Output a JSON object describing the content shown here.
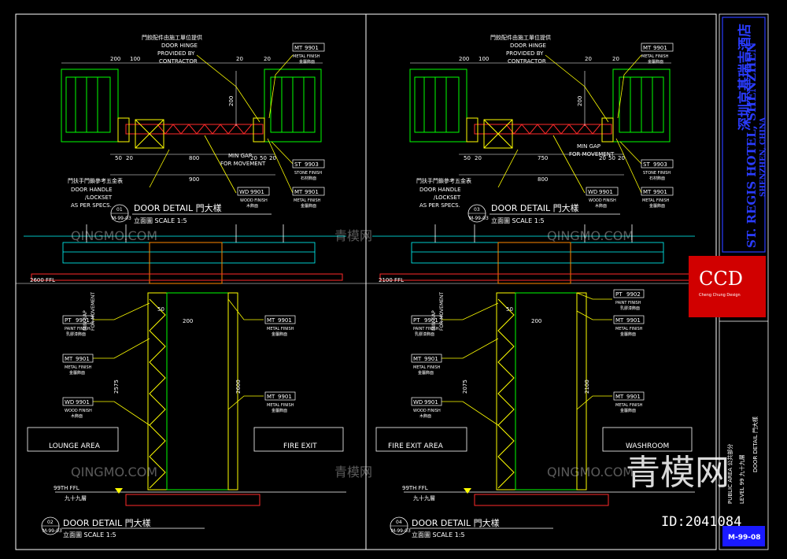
{
  "colors": {
    "background": "#000000",
    "yellow": "#ffff00",
    "white": "#ffffff",
    "cyan": "#00ffff",
    "green": "#00ff00",
    "red": "#ff2a2a",
    "magenta": "#ff00ff",
    "blue": "#2a3cff",
    "logo_red": "#d10000"
  },
  "watermark": {
    "site": "QINGMO.COM",
    "cn": "青模网",
    "big": "青模网",
    "id": "ID:2041084"
  },
  "titleblock": {
    "hotel_cn": "深圳京基瑞吉酒店",
    "hotel_en": "ST. REGIS HOTEL, SHENZHEN",
    "location": "SHENZHEN, CHINA",
    "logo": "CCD",
    "logo_sub": "Cheng Chung Design",
    "area1": "PUBLIC AREA  公共部分",
    "area2": "LEVEL 99  九十九層",
    "drawing_title": "DOOR DETAIL  門大樣",
    "sheet_no": "M-99-08"
  },
  "plans": [
    {
      "hinge_cn": "門鉸配件由施工單位提供",
      "hinge_en": "DOOR HINGE",
      "provided": "PROVIDED BY",
      "contractor": "CONTRACTOR",
      "handle_cn": "門扶手門鎖參考五金表",
      "handle_en": "DOOR HANDLE",
      "lockset": "/LOCKSET",
      "specs": "AS PER SPECS.",
      "min_gap": "MIN GAP",
      "for_movement": "FOR MOVEMENT",
      "dims_top": [
        "200",
        "100",
        "20",
        "20"
      ],
      "dims_mid": [
        "50",
        "20",
        "800",
        "20",
        "50",
        "20"
      ],
      "dim_bottom": "900",
      "dim_side": "200",
      "tags": {
        "mt": "9901",
        "mt_desc": "METAL FINISH",
        "mt_cn": "金屬飾面",
        "st": "9903",
        "st_desc": "STONE FINISH",
        "st_cn": "石材飾面",
        "wd": "9901",
        "wd_desc": "WOOD FINISH",
        "wd_cn": "木飾面",
        "mt2": "9901",
        "mt2_desc": "METAL FINISH",
        "mt2_cn": "金屬飾面"
      },
      "callout_num": "01",
      "callout_ref": "M-99-03",
      "title": "DOOR DETAIL  門大樣",
      "sub": "立面圖   SCALE  1:5"
    },
    {
      "hinge_cn": "門鉸配件由施工單位提供",
      "hinge_en": "DOOR HINGE",
      "provided": "PROVIDED BY",
      "contractor": "CONTRACTOR",
      "handle_cn": "門扶手門鎖參考五金表",
      "handle_en": "DOOR HANDLE",
      "lockset": "/LOCKSET",
      "specs": "AS PER SPECS.",
      "min_gap": "MIN GAP",
      "for_movement": "FOR MOVEMENT",
      "dims_top": [
        "200",
        "100",
        "20",
        "20"
      ],
      "dims_mid": [
        "50",
        "20",
        "750",
        "20",
        "50",
        "20"
      ],
      "dim_bottom": "800",
      "dim_side": "200",
      "tags": {
        "mt": "9901",
        "mt_desc": "METAL FINISH",
        "mt_cn": "金屬飾面",
        "st": "9903",
        "st_desc": "STONE FINISH",
        "st_cn": "石材飾面",
        "wd": "9901",
        "wd_desc": "WOOD FINISH",
        "wd_cn": "木飾面",
        "mt2": "9901",
        "mt2_desc": "METAL FINISH",
        "mt2_cn": "金屬飾面"
      },
      "callout_num": "03",
      "callout_ref": "M-99-03",
      "title": "DOOR DETAIL  門大樣",
      "sub": "立面圖   SCALE  1:5"
    }
  ],
  "elevations": [
    {
      "ceiling_level": "2600 FFL",
      "floor_level": "99TH FFL",
      "floor_cn": "九十九層",
      "min_gap": "MIN GAP",
      "for_movement": "FOR MOVEMENT",
      "dim_top": "50",
      "dim_width": "200",
      "dim_left": "2575",
      "dim_right": "2600",
      "left_tags": [
        {
          "code": "PT",
          "num": "9901",
          "desc": "PAINT FINISH",
          "cn": "乳膠漆飾面"
        },
        {
          "code": "MT",
          "num": "9901",
          "desc": "METAL FINISH",
          "cn": "金屬飾面"
        },
        {
          "code": "WD",
          "num": "9901",
          "desc": "WOOD FINISH",
          "cn": "木飾面"
        }
      ],
      "right_tags": [
        {
          "code": "MT",
          "num": "9901",
          "desc": "METAL FINISH",
          "cn": "金屬飾面"
        },
        {
          "code": "MT",
          "num": "9901",
          "desc": "METAL FINISH",
          "cn": "金屬飾面"
        }
      ],
      "left_area": "LOUNGE AREA",
      "right_area": "FIRE EXIT",
      "callout_num": "02",
      "callout_ref": "M-99-03",
      "title": "DOOR DETAIL  門大樣",
      "sub": "立面圖   SCALE  1:5"
    },
    {
      "ceiling_level": "2100 FFL",
      "floor_level": "99TH FFL",
      "floor_cn": "九十九層",
      "min_gap": "MIN GAP",
      "for_movement": "FOR MOVEMENT",
      "dim_top": "50",
      "dim_width": "200",
      "dim_left": "2075",
      "dim_right": "2100",
      "left_tags": [
        {
          "code": "PT",
          "num": "9901",
          "desc": "PAINT FINISH",
          "cn": "乳膠漆飾面"
        },
        {
          "code": "MT",
          "num": "9901",
          "desc": "METAL FINISH",
          "cn": "金屬飾面"
        },
        {
          "code": "WD",
          "num": "9901",
          "desc": "WOOD FINISH",
          "cn": "木飾面"
        }
      ],
      "right_tags": [
        {
          "code": "PT",
          "num": "9902",
          "desc": "PAINT FINISH",
          "cn": "乳膠漆飾面"
        },
        {
          "code": "MT",
          "num": "9901",
          "desc": "METAL FINISH",
          "cn": "金屬飾面"
        },
        {
          "code": "MT",
          "num": "9901",
          "desc": "METAL FINISH",
          "cn": "金屬飾面"
        }
      ],
      "left_area": "FIRE EXIT AREA",
      "right_area": "WASHROOM",
      "callout_num": "04",
      "callout_ref": "M-99-03",
      "title": "DOOR DETAIL  門大樣",
      "sub": "立面圖   SCALE  1:5"
    }
  ]
}
